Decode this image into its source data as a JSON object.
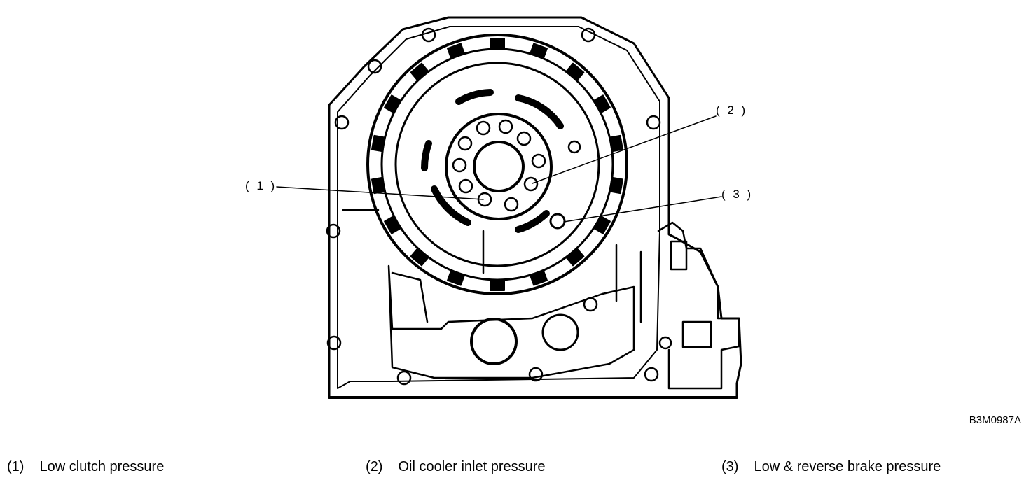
{
  "figure": {
    "id": "B3M0987A",
    "callouts": [
      {
        "label": "( 1 )"
      },
      {
        "label": "( 2 )"
      },
      {
        "label": "( 3 )"
      }
    ]
  },
  "legend": [
    {
      "num": "(1)",
      "text": "Low clutch pressure"
    },
    {
      "num": "(2)",
      "text": "Oil cooler inlet pressure"
    },
    {
      "num": "(3)",
      "text": "Low & reverse brake pressure"
    }
  ]
}
